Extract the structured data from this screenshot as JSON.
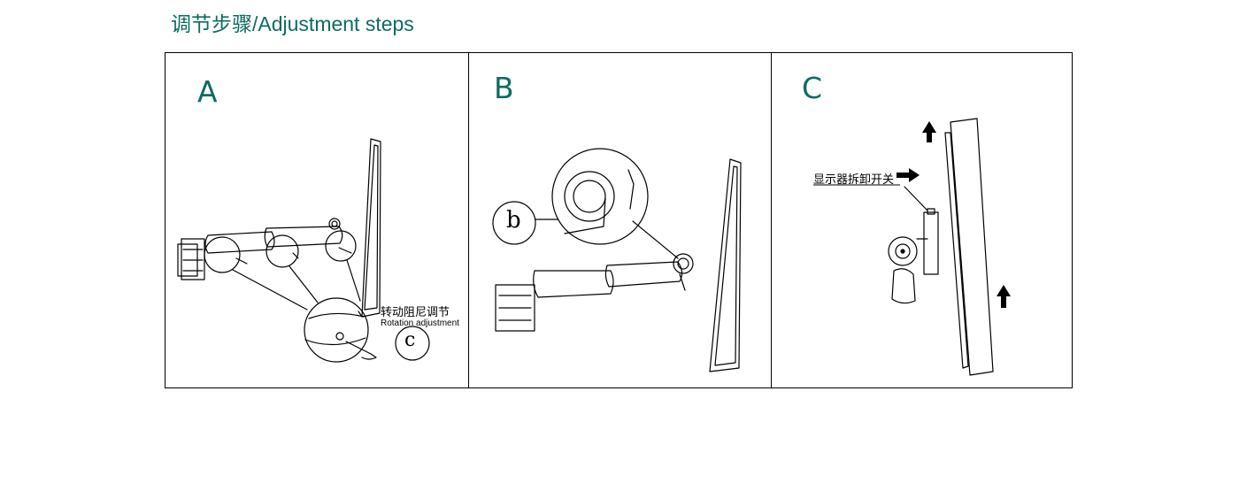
{
  "title": "调节步骤/Adjustment steps",
  "panels": [
    {
      "letter": "A",
      "caption_cn": "转动阻尼调节",
      "caption_en": "Rotation adjustment",
      "callout": "c"
    },
    {
      "letter": "B",
      "callout": "b"
    },
    {
      "letter": "C",
      "caption_cn": "显示器拆卸开关"
    }
  ],
  "colors": {
    "accent": "#0d6b63",
    "ink": "#000000"
  }
}
